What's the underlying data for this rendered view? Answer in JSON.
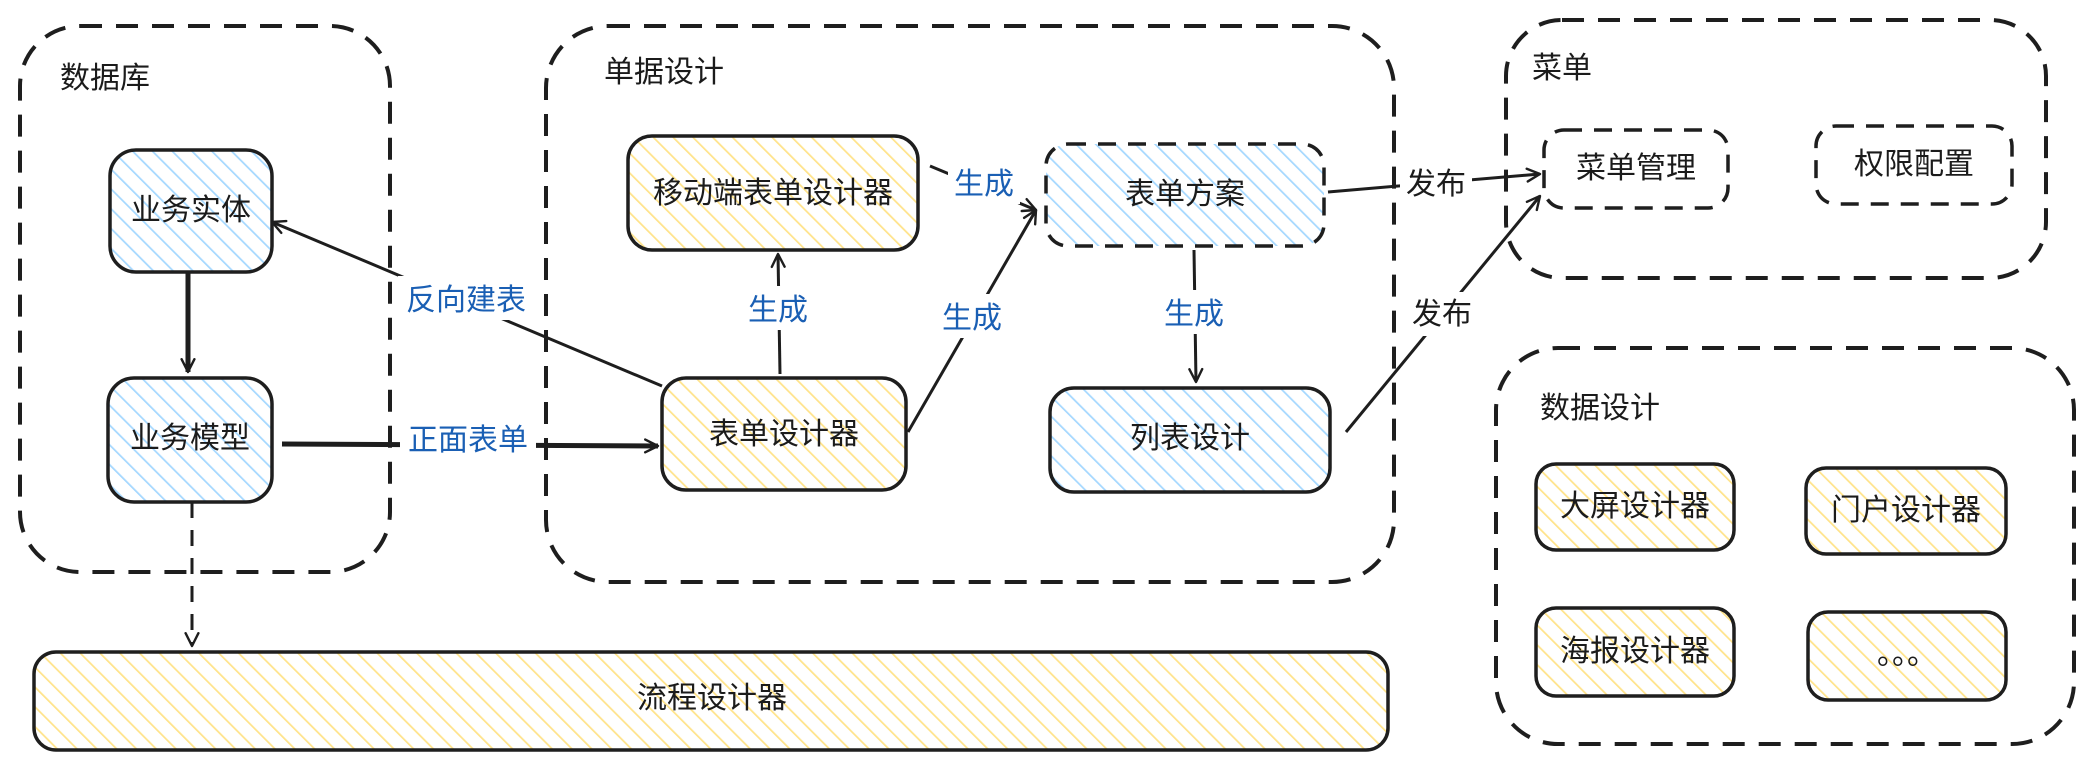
{
  "groups": {
    "database": "数据库",
    "document_design": "单据设计",
    "menu": "菜单",
    "data_design": "数据设计"
  },
  "nodes": {
    "business_entity": "业务实体",
    "business_model": "业务模型",
    "mobile_form_designer": "移动端表单设计器",
    "form_designer": "表单设计器",
    "form_scheme": "表单方案",
    "list_design": "列表设计",
    "menu_management": "菜单管理",
    "permission_config": "权限配置",
    "bigscreen_designer": "大屏设计器",
    "portal_designer": "门户设计器",
    "poster_designer": "海报设计器",
    "more": "。。。",
    "workflow_designer": "流程设计器"
  },
  "edges": {
    "reverse_table": "反向建表",
    "forward_form": "正面表单",
    "generate_mobile": "生成",
    "generate_mobile_to_scheme": "生成",
    "generate_form_to_scheme": "生成",
    "generate_scheme_to_list": "生成",
    "publish_scheme": "发布",
    "publish_list": "发布"
  },
  "colors": {
    "blue_fill": "#a5d8ff",
    "yellow_fill": "#ffec99",
    "label_text": "#1a5fb4",
    "stroke": "#1e1e1e"
  }
}
